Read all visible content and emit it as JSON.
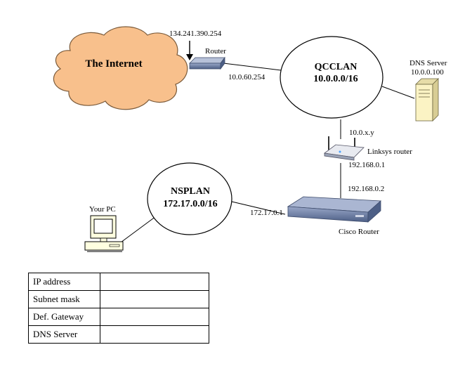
{
  "internet": {
    "label": "The Internet",
    "ip": "134.241.390.254"
  },
  "router": {
    "label": "Router",
    "inner_ip": "10.0.60.254"
  },
  "qcclan": {
    "name": "QCCLAN",
    "subnet": "10.0.0.0/16"
  },
  "dns": {
    "label": "DNS Server",
    "ip": "10.0.0.100"
  },
  "linksys": {
    "label": "Linksys router",
    "wan_ip": "10.0.x.y",
    "lan_ip": "192.168.0.1"
  },
  "cisco": {
    "label": "Cisco Router",
    "wan_ip": "192.168.0.2",
    "lan_ip": "172.17.0.1"
  },
  "nsplan": {
    "name": "NSPLAN",
    "subnet": "172.17.0.0/16"
  },
  "pc": {
    "label": "Your PC"
  },
  "config_table": {
    "rows": [
      {
        "label": "IP address",
        "value": ""
      },
      {
        "label": "Subnet mask",
        "value": ""
      },
      {
        "label": "Def. Gateway",
        "value": ""
      },
      {
        "label": "DNS Server",
        "value": ""
      }
    ]
  },
  "colors": {
    "cloud_fill": "#f8c08c",
    "device_blue": "#6b7ea6",
    "dns_fill": "#fbf3c4",
    "pc_fill": "#ffffe0"
  }
}
